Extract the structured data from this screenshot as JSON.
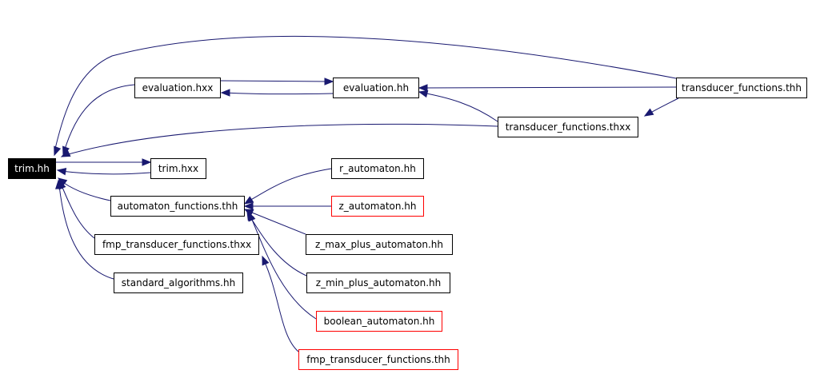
{
  "nodes": {
    "trim_hh": {
      "label": "trim.hh"
    },
    "evaluation_hxx": {
      "label": "evaluation.hxx"
    },
    "evaluation_hh": {
      "label": "evaluation.hh"
    },
    "transducer_functions_thh": {
      "label": "transducer_functions.thh"
    },
    "transducer_functions_thxx": {
      "label": "transducer_functions.thxx"
    },
    "trim_hxx": {
      "label": "trim.hxx"
    },
    "r_automaton_hh": {
      "label": "r_automaton.hh"
    },
    "automaton_functions_thh": {
      "label": "automaton_functions.thh"
    },
    "z_automaton_hh": {
      "label": "z_automaton.hh"
    },
    "fmp_transducer_functions_thxx": {
      "label": "fmp_transducer_functions.thxx"
    },
    "z_max_plus_automaton_hh": {
      "label": "z_max_plus_automaton.hh"
    },
    "standard_algorithms_hh": {
      "label": "standard_algorithms.hh"
    },
    "z_min_plus_automaton_hh": {
      "label": "z_min_plus_automaton.hh"
    },
    "boolean_automaton_hh": {
      "label": "boolean_automaton.hh"
    },
    "fmp_transducer_functions_thh": {
      "label": "fmp_transducer_functions.thh"
    }
  },
  "style": {
    "edge_color": "#191970",
    "focus_fill": "#000000",
    "focus_text": "#ffffff",
    "node_border": "#000000",
    "highlight_border": "#ff0000"
  }
}
